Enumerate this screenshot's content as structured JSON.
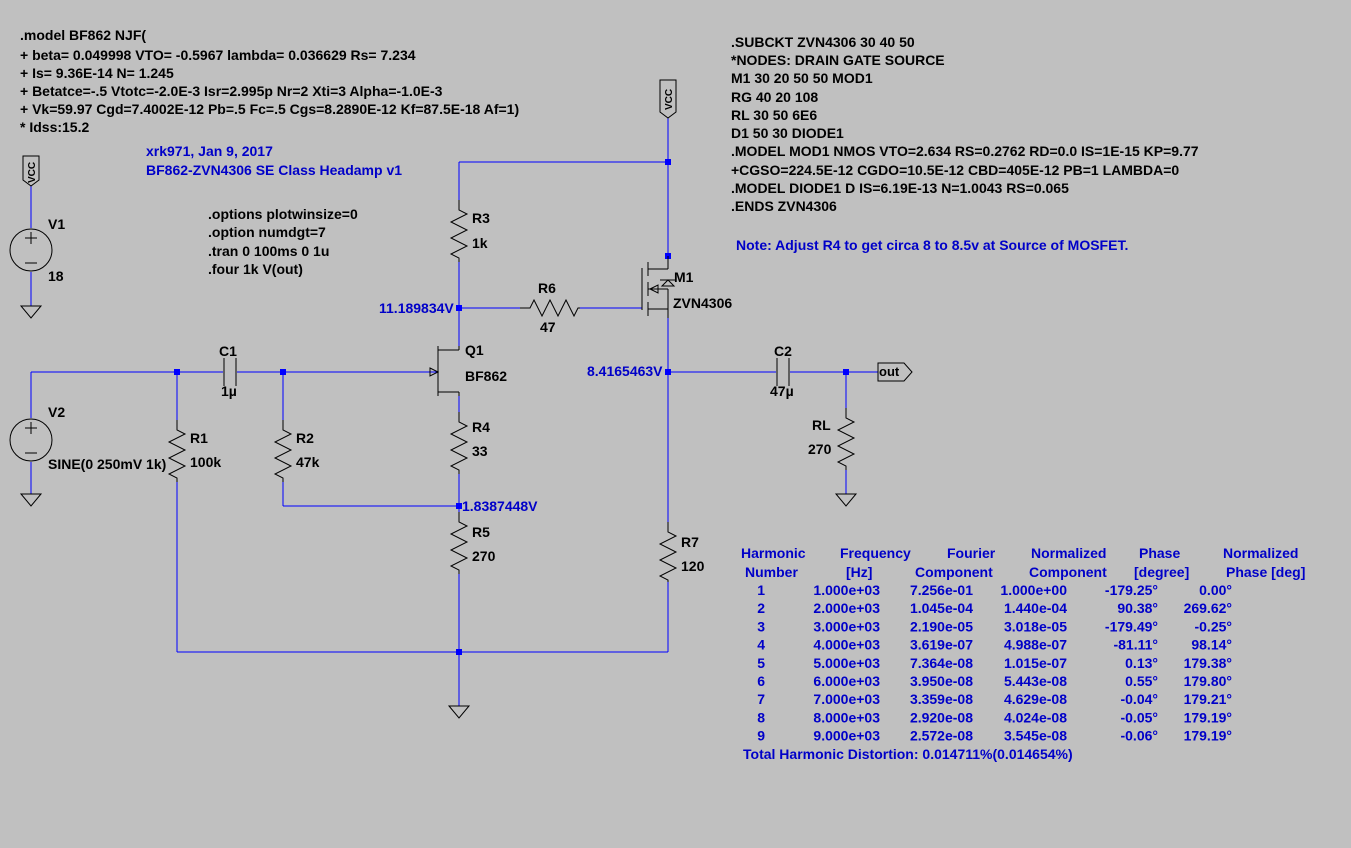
{
  "colors": {
    "background": "#c0c0c0",
    "wire": "#0000ff",
    "component": "#000000",
    "annotation": "#0000c8"
  },
  "model_bf862": [
    ".model BF862 NJF(",
    "+ beta= 0.049998 VTO= -0.5967 lambda= 0.036629 Rs= 7.234",
    "+ Is= 9.36E-14 N= 1.245",
    "+ Betatce=-.5 Vtotc=-2.0E-3 Isr=2.995p Nr=2 Xti=3 Alpha=-1.0E-3",
    "+ Vk=59.97 Cgd=7.4002E-12 Pb=.5 Fc=.5 Cgs=8.2890E-12 Kf=87.5E-18 Af=1)",
    "* Idss:15.2"
  ],
  "subckt_zvn4306": [
    ".SUBCKT ZVN4306 30 40 50",
    "*NODES: DRAIN GATE SOURCE",
    "M1 30 20 50 50 MOD1",
    "RG 40 20 108",
    "RL 30 50 6E6",
    "D1 50 30 DIODE1",
    ".MODEL MOD1 NMOS VTO=2.634 RS=0.2762 RD=0.0 IS=1E-15 KP=9.77",
    "+CGSO=224.5E-12 CGDO=10.5E-12 CBD=405E-12 PB=1 LAMBDA=0",
    ".MODEL DIODE1 D IS=6.19E-13 N=1.0043 RS=0.065",
    ".ENDS ZVN4306"
  ],
  "author": "xrk971, Jan 9, 2017",
  "title": "BF862-ZVN4306 SE Class Headamp v1",
  "options": [
    ".options plotwinsize=0",
    ".option numdgt=7",
    ".tran 0 100ms 0 1u",
    ".four 1k V(out)"
  ],
  "note": "Note: Adjust R4 to get circa 8 to 8.5v at Source of MOSFET.",
  "components": {
    "v1": {
      "name": "V1",
      "value": "18"
    },
    "v2": {
      "name": "V2",
      "value": "SINE(0 250mV 1k)"
    },
    "r1": {
      "name": "R1",
      "value": "100k"
    },
    "r2": {
      "name": "R2",
      "value": "47k"
    },
    "r3": {
      "name": "R3",
      "value": "1k"
    },
    "r4": {
      "name": "R4",
      "value": "33"
    },
    "r5": {
      "name": "R5",
      "value": "270"
    },
    "r6": {
      "name": "R6",
      "value": "47"
    },
    "r7": {
      "name": "R7",
      "value": "120"
    },
    "rl": {
      "name": "RL",
      "value": "270"
    },
    "c1": {
      "name": "C1",
      "value": "1µ"
    },
    "c2": {
      "name": "C2",
      "value": "47µ"
    },
    "q1": {
      "name": "Q1",
      "value": "BF862"
    },
    "m1": {
      "name": "M1",
      "value": "ZVN4306"
    }
  },
  "node_voltages": {
    "drain_q1": "11.189834V",
    "source_m1": "8.4165463V",
    "r4_r5": "1.8387448V"
  },
  "net_labels": {
    "vcc": "VCC",
    "out": "out"
  },
  "fourier": {
    "headers_row1": [
      "Harmonic",
      "Frequency",
      "Fourier",
      "Normalized",
      "Phase",
      "Normalized"
    ],
    "headers_row2": [
      "Number",
      "[Hz]",
      "Component",
      "Component",
      "[degree]",
      "Phase [deg]"
    ],
    "rows": [
      [
        "1",
        "1.000e+03",
        "7.256e-01",
        "1.000e+00",
        "-179.25°",
        "0.00°"
      ],
      [
        "2",
        "2.000e+03",
        "1.045e-04",
        "1.440e-04",
        "90.38°",
        "269.62°"
      ],
      [
        "3",
        "3.000e+03",
        "2.190e-05",
        "3.018e-05",
        "-179.49°",
        "-0.25°"
      ],
      [
        "4",
        "4.000e+03",
        "3.619e-07",
        "4.988e-07",
        "-81.11°",
        "98.14°"
      ],
      [
        "5",
        "5.000e+03",
        "7.364e-08",
        "1.015e-07",
        "0.13°",
        "179.38°"
      ],
      [
        "6",
        "6.000e+03",
        "3.950e-08",
        "5.443e-08",
        "0.55°",
        "179.80°"
      ],
      [
        "7",
        "7.000e+03",
        "3.359e-08",
        "4.629e-08",
        "-0.04°",
        "179.21°"
      ],
      [
        "8",
        "8.000e+03",
        "2.920e-08",
        "4.024e-08",
        "-0.05°",
        "179.19°"
      ],
      [
        "9",
        "9.000e+03",
        "2.572e-08",
        "3.545e-08",
        "-0.06°",
        "179.19°"
      ]
    ],
    "thd": "Total Harmonic Distortion: 0.014711%(0.014654%)"
  }
}
